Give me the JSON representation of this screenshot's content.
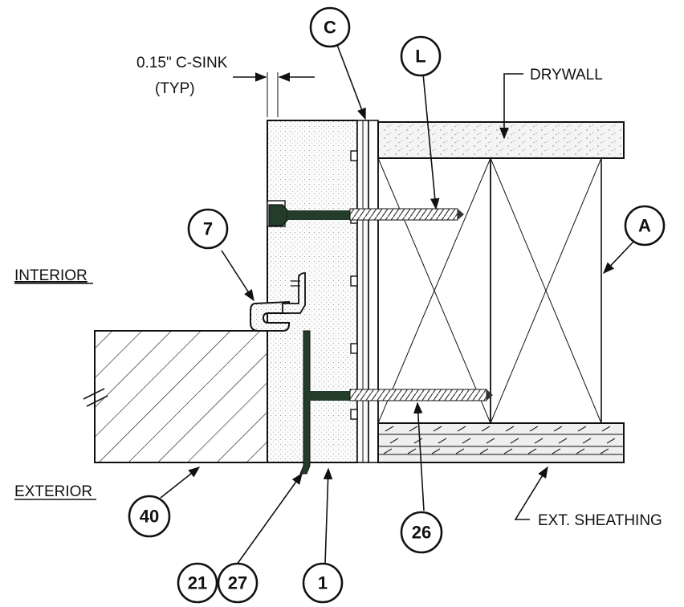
{
  "labels": {
    "csink_line1": "0.15\" C-SINK",
    "csink_line2": "(TYP)",
    "drywall": "DRYWALL",
    "interior": "INTERIOR",
    "exterior": "EXTERIOR",
    "sheathing": "EXT. SHEATHING"
  },
  "callouts": {
    "c": "C",
    "l": "L",
    "a": "A",
    "seven": "7",
    "forty": "40",
    "twentysix": "26",
    "twentyone": "21",
    "twentyseven": "27",
    "one": "1"
  },
  "colors": {
    "line": "#111111",
    "fastener_green": "#233d2a",
    "board_fill": "#f2f2f2",
    "sheathing_fill": "#e8e8e8"
  }
}
